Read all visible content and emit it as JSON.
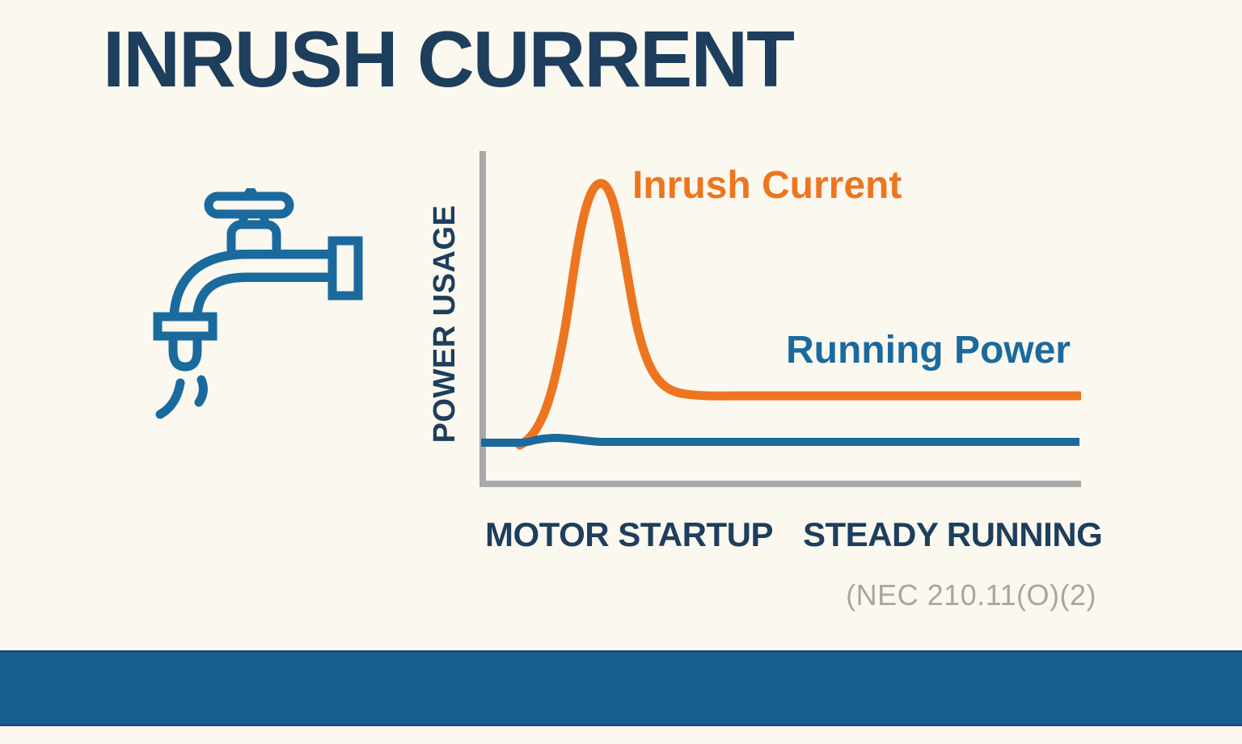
{
  "title": "INRUSH CURRENT",
  "colors": {
    "background": "#fbf8ef",
    "navy_text": "#1d3e5c",
    "orange": "#ee7520",
    "blue": "#1a6a9e",
    "axis_gray": "#a9a9a9",
    "note_gray": "#a8a6a2",
    "footer_bar": "#165f8e"
  },
  "icon": {
    "name": "dripping-faucet-icon",
    "color": "#1a6a9e"
  },
  "chart_data": {
    "type": "line",
    "title": "INRUSH CURRENT",
    "xlabel": "",
    "ylabel": "POWER USAGE",
    "x_zone_labels": [
      "MOTOR STARTUP",
      "STEADY RUNNING"
    ],
    "annotation": "(NEC 210.11(O)(2)",
    "grid": false,
    "axes": {
      "x_ticks": [],
      "y_ticks": [],
      "style": "bare gray axes, no tick labels"
    },
    "legend_position": "inline labels beside curves",
    "x_range_norm": [
      0,
      100
    ],
    "y_range_norm": [
      0,
      100
    ],
    "series": [
      {
        "name": "Inrush Current",
        "color": "#ee7520",
        "points": [
          [
            0,
            0
          ],
          [
            7,
            1
          ],
          [
            10,
            12
          ],
          [
            13,
            45
          ],
          [
            17,
            82
          ],
          [
            20,
            100
          ],
          [
            23,
            82
          ],
          [
            26,
            50
          ],
          [
            30,
            28
          ],
          [
            35,
            20
          ],
          [
            40,
            19
          ],
          [
            100,
            19
          ]
        ]
      },
      {
        "name": "Running Power",
        "color": "#1a6a9e",
        "points": [
          [
            0,
            1
          ],
          [
            9,
            1
          ],
          [
            12,
            3
          ],
          [
            17,
            3
          ],
          [
            21,
            1.5
          ],
          [
            100,
            1.5
          ]
        ]
      }
    ]
  }
}
